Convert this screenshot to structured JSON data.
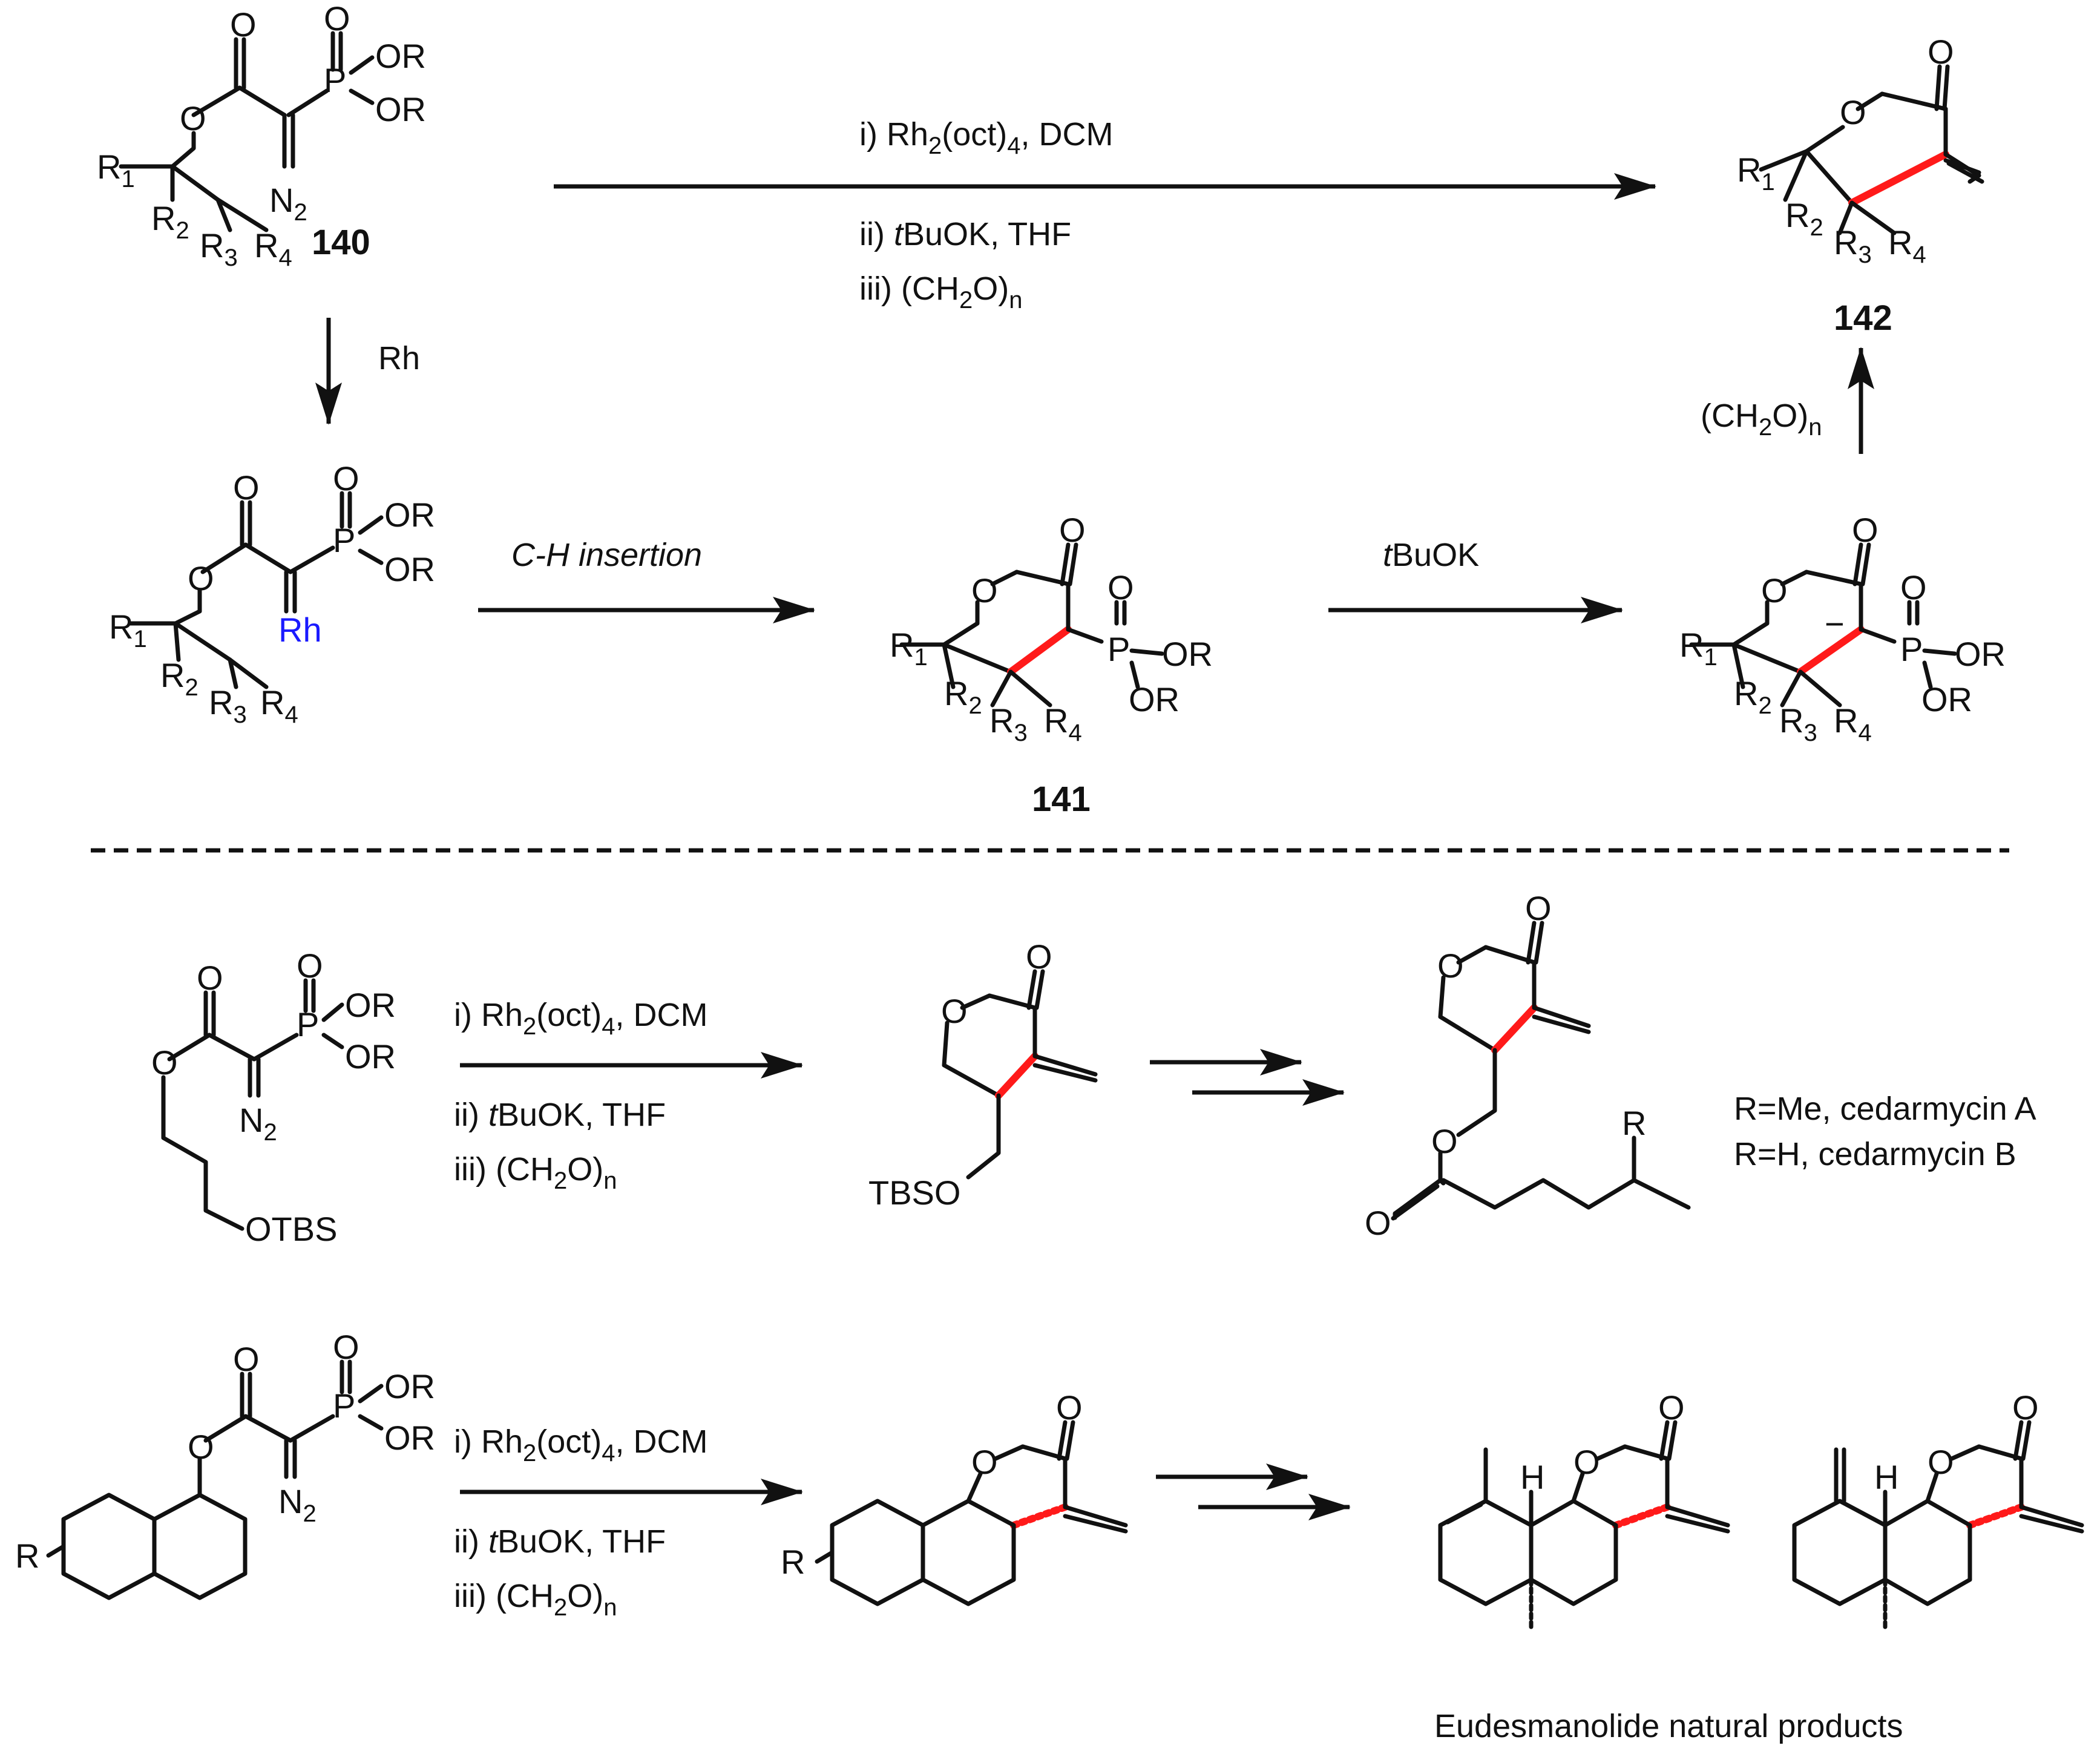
{
  "colors": {
    "bond": "#111111",
    "new_bond": "#ff1a1a",
    "rhodium": "#1a1aff"
  },
  "atoms": {
    "o": "O",
    "p": "P",
    "or": "OR",
    "n": "N",
    "n_sub": "2",
    "rh": "Rh",
    "r": "R",
    "r_sub1": "1",
    "r_sub2": "2",
    "r_sub3": "3",
    "r_sub4": "4",
    "otbs": "OTBS",
    "tbso": "TBSO",
    "h": "H",
    "minus": "−"
  },
  "compounds": {
    "c140": "140",
    "c141": "141",
    "c142": "142"
  },
  "conditions": {
    "step1_a": "i) Rh",
    "step1_sub": "2",
    "step1_b": "(oct)",
    "step1_sub2": "4",
    "step1_c": ", DCM",
    "step2_a": "ii) ",
    "step2_t": "t",
    "step2_b": "BuOK, THF",
    "step3_a": "iii) (CH",
    "step3_sub": "2",
    "step3_b": "O)",
    "step3_subn": "n",
    "rh": "Rh",
    "ch_insertion": "C-H insertion",
    "tbuok_t": "t",
    "tbuok_b": "BuOK",
    "ch2o_a": "(CH",
    "ch2o_sub": "2",
    "ch2o_b": "O)",
    "ch2o_n": "n"
  },
  "labels": {
    "cedarmycin_a": "R=Me, cedarmycin A",
    "cedarmycin_b": "R=H, cedarmycin B",
    "eudesmanolide": "Eudesmanolide natural products"
  }
}
